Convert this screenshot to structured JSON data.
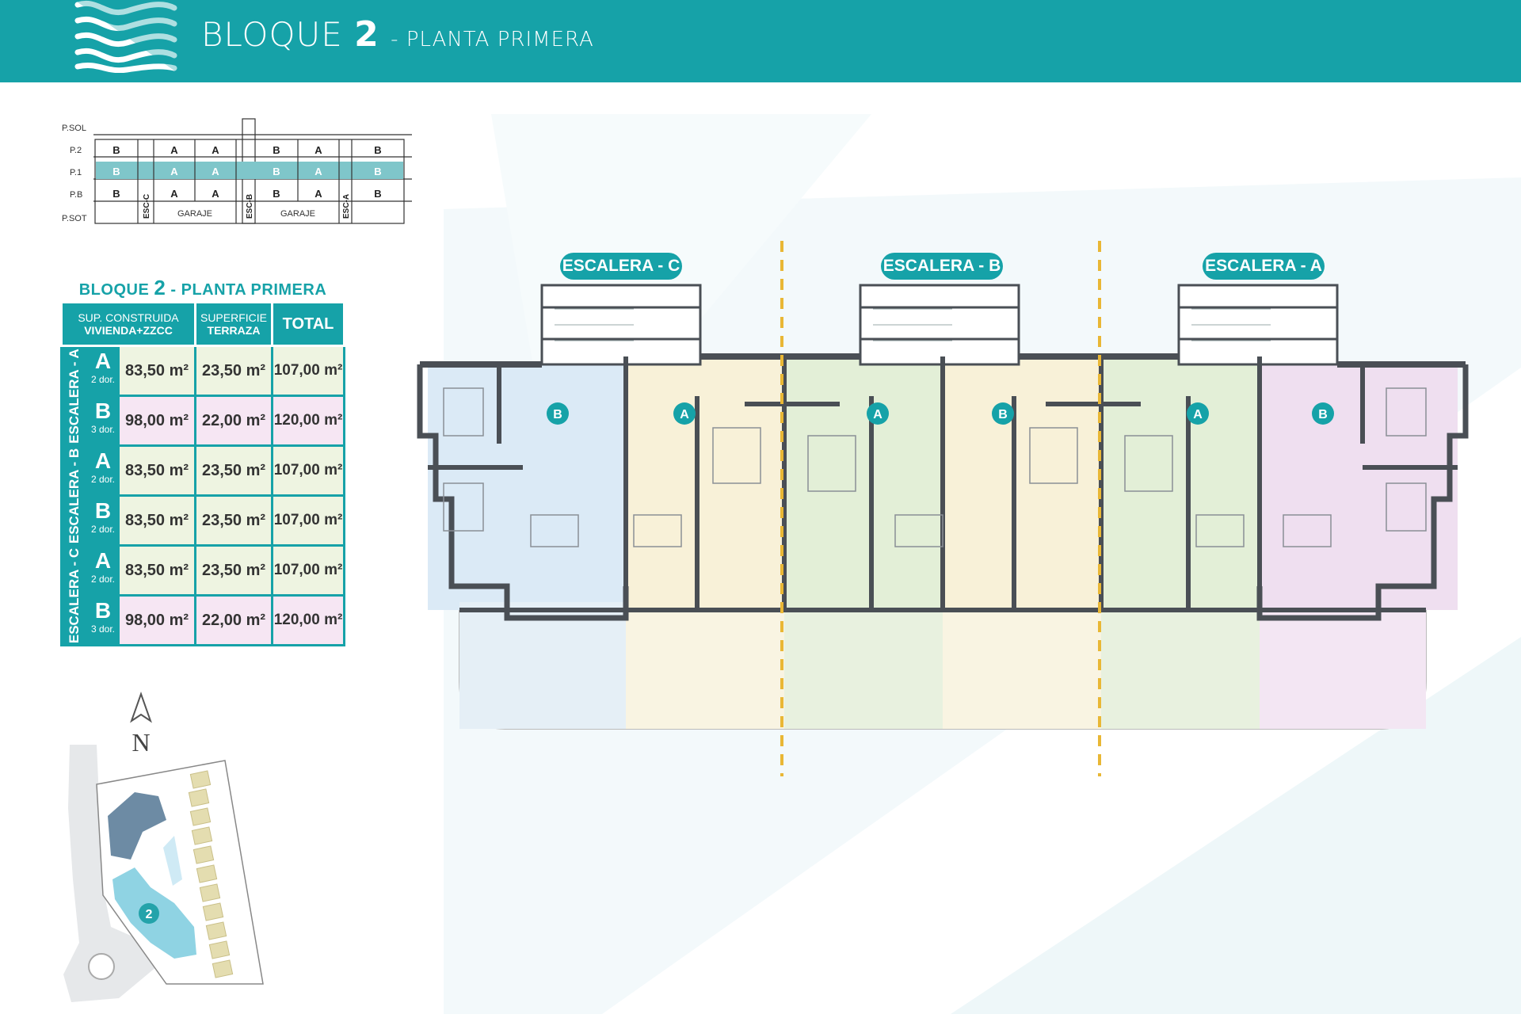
{
  "header": {
    "title_main": "BLOQUE",
    "title_num": "2",
    "title_sep": " - ",
    "title_sub": "PLANTA PRIMERA"
  },
  "section_diagram": {
    "levels": [
      "P.SOL",
      "P.2",
      "P.1",
      "P.B",
      "P.SOT"
    ],
    "row_p2": [
      "B",
      "A",
      "A",
      "B",
      "A",
      "B"
    ],
    "row_p1": [
      "B",
      "A",
      "A",
      "B",
      "A",
      "B"
    ],
    "row_pb": [
      "B",
      "A",
      "A",
      "B",
      "A",
      "B"
    ],
    "stairs": [
      "ESC-C",
      "ESC-B",
      "ESC-A"
    ],
    "garages": [
      "GARAJE",
      "GARAJE"
    ]
  },
  "table": {
    "title_pre": "BLOQUE ",
    "title_num": "2",
    "title_post": " - PLANTA PRIMERA",
    "col1_line1": "SUP. CONSTRUIDA",
    "col1_line2": "VIVIENDA+ZZCC",
    "col2_line1": "SUPERFICIE",
    "col2_line2": "TERRAZA",
    "col3": "TOTAL",
    "groups": [
      {
        "name": "ESCALERA - A",
        "rows": [
          {
            "type": "A",
            "dorms": "2 dor.",
            "built": "83,50 m²",
            "terrace": "23,50 m²",
            "total": "107,00 m²"
          },
          {
            "type": "B",
            "dorms": "3 dor.",
            "built": "98,00 m²",
            "terrace": "22,00 m²",
            "total": "120,00 m²"
          }
        ]
      },
      {
        "name": "ESCALERA - B",
        "rows": [
          {
            "type": "A",
            "dorms": "2 dor.",
            "built": "83,50 m²",
            "terrace": "23,50 m²",
            "total": "107,00 m²"
          },
          {
            "type": "B",
            "dorms": "2 dor.",
            "built": "83,50 m²",
            "terrace": "23,50 m²",
            "total": "107,00 m²"
          }
        ]
      },
      {
        "name": "ESCALERA - C",
        "rows": [
          {
            "type": "A",
            "dorms": "2 dor.",
            "built": "83,50 m²",
            "terrace": "23,50 m²",
            "total": "107,00 m²"
          },
          {
            "type": "B",
            "dorms": "3 dor.",
            "built": "98,00 m²",
            "terrace": "22,00 m²",
            "total": "120,00 m²"
          }
        ]
      }
    ]
  },
  "compass": "N",
  "site_block_label": "2",
  "stair_pills": [
    "ESCALERA - C",
    "ESCALERA - B",
    "ESCALERA - A"
  ],
  "unit_markers": [
    "B",
    "A",
    "A",
    "B",
    "A",
    "B"
  ],
  "colors": {
    "brand": "#16a2a8",
    "unit_blue": "#dbeaf6",
    "unit_yellow": "#f8f1d8",
    "unit_green": "#e3efd7",
    "unit_pink": "#efdff0",
    "wall": "#4a4f55",
    "divider": "#e9b735"
  }
}
